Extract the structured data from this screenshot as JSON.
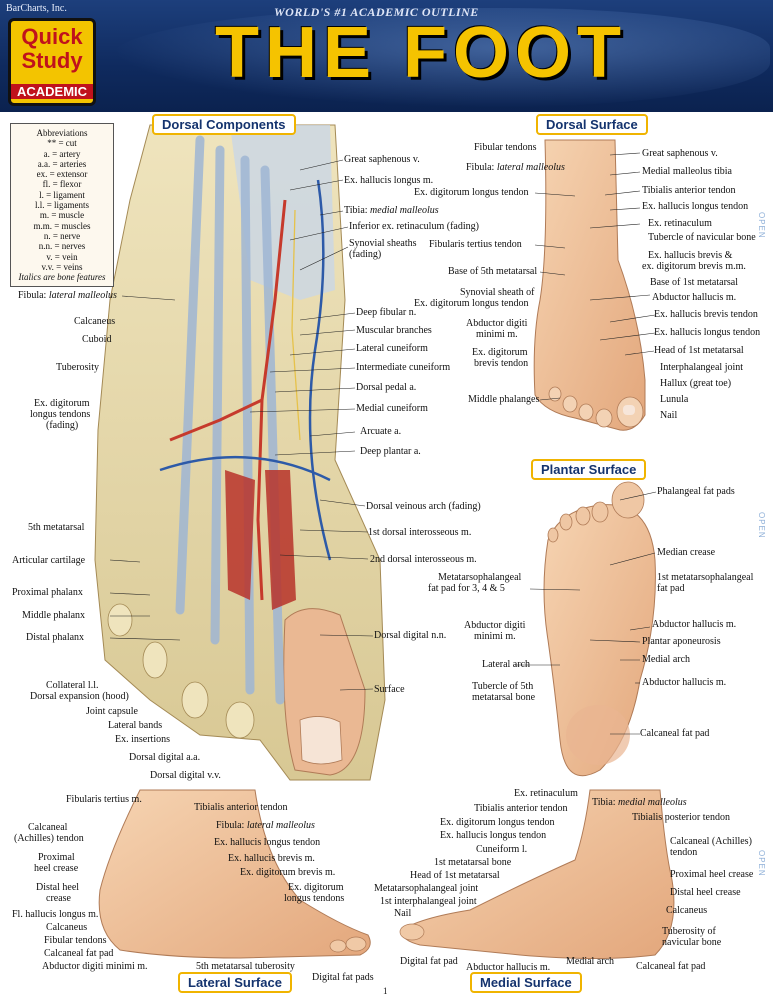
{
  "header": {
    "publisher": "BarCharts, Inc.",
    "logo_line": "Quick Study",
    "logo_sub": "ACADEMIC",
    "tagline": "WORLD'S #1 ACADEMIC OUTLINE",
    "title": "THE FOOT"
  },
  "panels": {
    "dorsal_components": "Dorsal Components",
    "dorsal_surface": "Dorsal Surface",
    "plantar_surface": "Plantar Surface",
    "lateral_surface": "Lateral Surface",
    "medial_surface": "Medial Surface"
  },
  "abbreviations": {
    "title": "Abbreviations",
    "items": [
      "** = cut",
      "a. = artery",
      "a.a. = arteries",
      "ex. = extensor",
      "fl. = flexor",
      "l. = ligament",
      "l.l. = ligaments",
      "m. = muscle",
      "m.m. = muscles",
      "n. = nerve",
      "n.n. = nerves",
      "v. = vein",
      "v.v. = veins"
    ],
    "note": "Italics are bone features"
  },
  "dorsal_components_labels": {
    "great_saphenous": "Great saphenous v.",
    "ex_hallucis_longus": "Ex. hallucis longus m.",
    "tibia_prefix": "Tibia: ",
    "tibia_feature": "medial malleolus",
    "inferior_ex_retinaculum": "Inferior ex. retinaculum (fading)",
    "synovial_sheaths_1": "Synovial sheaths",
    "synovial_sheaths_2": "(fading)",
    "fibula_prefix": "Fibula: ",
    "fibula_feature": "lateral malleolus",
    "deep_fibular": "Deep fibular n.",
    "calcaneus": "Calcaneus",
    "muscular_branches": "Muscular branches",
    "cuboid": "Cuboid",
    "lateral_cuneiform": "Lateral cuneiform",
    "intermediate_cuneiform": "Intermediate cuneiform",
    "tuberosity": "Tuberosity",
    "dorsal_pedal": "Dorsal pedal a.",
    "ex_digitorum_longus_1": "Ex. digitorum",
    "ex_digitorum_longus_2": "longus tendons",
    "ex_digitorum_longus_3": "(fading)",
    "medial_cuneiform": "Medial cuneiform",
    "arcuate": "Arcuate a.",
    "deep_plantar": "Deep plantar a.",
    "dorsal_veinous_arch": "Dorsal veinous arch (fading)",
    "fifth_metatarsal": "5th metatarsal",
    "first_dorsal_interosseous": "1st dorsal interosseous m.",
    "articular_cartilage": "Articular cartilage",
    "second_dorsal_interosseous": "2nd dorsal interosseous m.",
    "proximal_phalanx": "Proximal phalanx",
    "middle_phalanx": "Middle phalanx",
    "distal_phalanx": "Distal phalanx",
    "dorsal_digital_nn": "Dorsal digital n.n.",
    "collateral_ll": "Collateral l.l.",
    "dorsal_expansion": "Dorsal expansion (hood)",
    "surface": "Surface",
    "joint_capsule": "Joint capsule",
    "lateral_bands": "Lateral bands",
    "ex_insertions": "Ex. insertions",
    "dorsal_digital_aa": "Dorsal digital a.a.",
    "dorsal_digital_vv": "Dorsal digital v.v."
  },
  "dorsal_surface_labels": {
    "fibular_tendons": "Fibular tendons",
    "great_saphenous": "Great saphenous v.",
    "fibula_prefix": "Fibula: ",
    "fibula_feature": "lateral malleolus",
    "medial_malleolus_tibia": "Medial malleolus tibia",
    "ex_digitorum_longus_tendon": "Ex. digitorum longus tendon",
    "tibialis_anterior_tendon": "Tibialis anterior tendon",
    "ex_hallucis_longus_tendon": "Ex. hallucis longus tendon",
    "ex_retinaculum": "Ex. retinaculum",
    "fibularis_tertius": "Fibularis tertius tendon",
    "tubercle_navicular": "Tubercle of navicular bone",
    "ex_hallucis_brevis_1": "Ex. hallucis brevis &",
    "ex_hallucis_brevis_2": "ex. digitorum brevis m.m.",
    "base_5th": "Base of 5th metatarsal",
    "base_1st": "Base of 1st metatarsal",
    "synovial_sheath_1": "Synovial sheath of",
    "synovial_sheath_2": "Ex. digitorum longus tendon",
    "abductor_hallucis": "Abductor hallucis m.",
    "ex_hallucis_brevis_tendon": "Ex. hallucis brevis tendon",
    "abductor_digiti_1": "Abductor digiti",
    "abductor_digiti_2": "minimi m.",
    "ex_hallucis_longus_tendon_2": "Ex. hallucis longus tendon",
    "ex_digitorum_brevis_1": "Ex. digitorum",
    "ex_digitorum_brevis_2": "brevis tendon",
    "head_1st": "Head of 1st metatarsal",
    "interphalangeal": "Interphalangeal joint",
    "hallux": "Hallux (great toe)",
    "middle_phalanges": "Middle phalanges",
    "lunula": "Lunula",
    "nail": "Nail"
  },
  "plantar_surface_labels": {
    "phalangeal_fat_pads": "Phalangeal fat pads",
    "median_crease": "Median crease",
    "mtp_fat_pad_1": "Metatarsophalangeal",
    "mtp_fat_pad_2": "fat pad for 3, 4 & 5",
    "first_mtp_1": "1st metatarsophalangeal",
    "first_mtp_2": "fat pad",
    "abductor_digiti_1": "Abductor digiti",
    "abductor_digiti_2": "minimi m.",
    "abductor_hallucis": "Abductor hallucis m.",
    "plantar_aponeurosis": "Plantar aponeurosis",
    "medial_arch": "Medial arch",
    "lateral_arch": "Lateral arch",
    "tubercle_5th_1": "Tubercle of 5th",
    "tubercle_5th_2": "metatarsal bone",
    "abductor_hallucis_2": "Abductor hallucis m.",
    "calcaneal_fat_pad": "Calcaneal fat pad"
  },
  "lateral_surface_labels": {
    "fibularis_tertius": "Fibularis tertius m.",
    "tibialis_anterior_tendon": "Tibialis anterior tendon",
    "calcaneal_1": "Calcaneal",
    "calcaneal_2": "(Achilles) tendon",
    "fibula_prefix": "Fibula: ",
    "fibula_feature": "lateral malleolus",
    "ex_hallucis_longus_tendon": "Ex. hallucis longus tendon",
    "proximal_heel_1": "Proximal",
    "proximal_heel_2": "heel crease",
    "ex_hallucis_brevis": "Ex. hallucis brevis m.",
    "ex_digitorum_brevis": "Ex. digitorum brevis m.",
    "distal_heel_1": "Distal heel",
    "distal_heel_2": "crease",
    "ex_digitorum_longus_1": "Ex. digitorum",
    "ex_digitorum_longus_2": "longus tendons",
    "fl_hallucis_longus": "Fl. hallucis longus m.",
    "calcaneus": "Calcaneus",
    "fibular_tendons": "Fibular tendons",
    "calcaneal_fat_pad": "Calcaneal fat pad",
    "abductor_digiti_minimi": "Abductor digiti minimi m.",
    "fifth_metatarsal_tuberosity": "5th metatarsal tuberosity",
    "digital_fat_pads": "Digital fat pads"
  },
  "medial_surface_labels": {
    "ex_retinaculum": "Ex. retinaculum",
    "tibialis_anterior_tendon": "Tibialis anterior tendon",
    "tibia_prefix": "Tibia: ",
    "tibia_feature": "medial malleolus",
    "ex_digitorum_longus_tendon": "Ex. digitorum longus tendon",
    "tibialis_posterior_tendon": "Tibialis posterior tendon",
    "ex_hallucis_longus_tendon": "Ex. hallucis longus tendon",
    "calcaneal_1": "Calcaneal (Achilles)",
    "calcaneal_2": "tendon",
    "cuneiform": "Cuneiform l.",
    "first_metatarsal_bone": "1st metatarsal bone",
    "proximal_heel_crease": "Proximal heel crease",
    "head_1st": "Head of 1st metatarsal",
    "distal_heel_crease": "Distal heel crease",
    "mtp_joint": "Metatarsophalangeal joint",
    "first_ip_joint": "1st interphalangeal joint",
    "calcaneus": "Calcaneus",
    "nail": "Nail",
    "tuberosity_nav_1": "Tuberosity of",
    "tuberosity_nav_2": "navicular bone",
    "digital_fat_pad": "Digital fat pad",
    "abductor_hallucis": "Abductor hallucis m.",
    "medial_arch": "Medial arch",
    "calcaneal_fat_pad": "Calcaneal fat pad"
  },
  "side_tab": "OPEN",
  "page_number": "1"
}
